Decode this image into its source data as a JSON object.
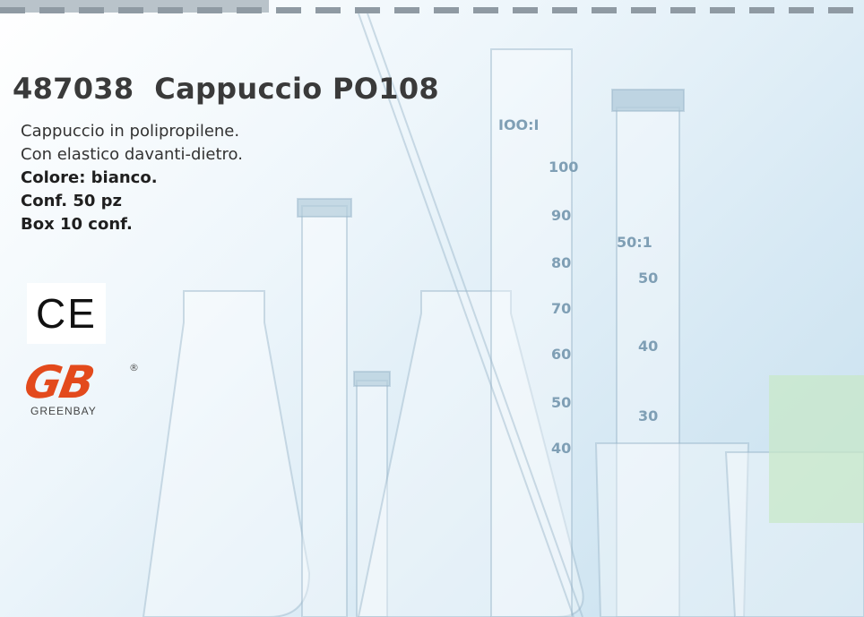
{
  "product": {
    "code": "487038",
    "name": "Cappuccio PO108",
    "lines": [
      {
        "text": "Cappuccio in polipropilene.",
        "bold": false
      },
      {
        "text": "Con elastico davanti-dietro.",
        "bold": false
      },
      {
        "text": "Colore: bianco.",
        "bold": true
      },
      {
        "text": "Conf. 50 pz",
        "bold": true
      },
      {
        "text": "Box 10 conf.",
        "bold": true
      }
    ]
  },
  "marks": {
    "ce": "CE",
    "brand_logo": "GB",
    "brand_name": "GREENBAY",
    "registered": "®"
  },
  "colors": {
    "title": "#3a3a3a",
    "brand": "#e34a1c"
  }
}
